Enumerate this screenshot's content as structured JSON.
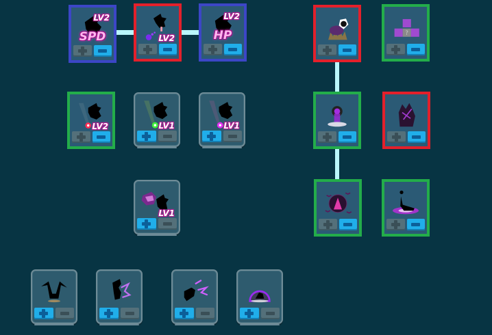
{
  "colors": {
    "background": "#073443",
    "connector": "#b9f6fb",
    "frame_blue": "#3c46c6",
    "frame_red": "#e3202b",
    "frame_green": "#23ad4a",
    "button_active": "#20aeea",
    "button_inactive": "#54707a",
    "level_text": "#ffffff",
    "level_outline": "#b2168e"
  },
  "skill_tree": {
    "nodes": [
      {
        "id": "spd-boost",
        "icon": "witch-silhouette-icon",
        "level": "LV2",
        "tag": "SPD",
        "frame": "blue",
        "plus_active": false,
        "minus_active": true
      },
      {
        "id": "witch-bolt",
        "icon": "witch-purple-bolt-icon",
        "level": "LV2",
        "tag": "",
        "frame": "red",
        "plus_active": false,
        "minus_active": true
      },
      {
        "id": "hp-boost",
        "icon": "witch-silhouette-icon",
        "level": "LV2",
        "tag": "HP",
        "frame": "blue",
        "plus_active": false,
        "minus_active": true
      },
      {
        "id": "red-orb-wand",
        "icon": "witch-red-orb-icon",
        "level": "LV2",
        "tag": "",
        "frame": "green",
        "plus_active": false,
        "minus_active": true
      },
      {
        "id": "green-orb-wand",
        "icon": "witch-green-orb-icon",
        "level": "LV1",
        "tag": "",
        "frame": "none",
        "plus_active": true,
        "minus_active": false
      },
      {
        "id": "magenta-orb-wand",
        "icon": "witch-magenta-orb-icon",
        "level": "LV1",
        "tag": "",
        "frame": "none",
        "plus_active": true,
        "minus_active": false
      },
      {
        "id": "familiar-summon",
        "icon": "witch-familiar-icon",
        "level": "LV1",
        "tag": "",
        "frame": "none",
        "plus_active": true,
        "minus_active": false
      },
      {
        "id": "eye-nest",
        "icon": "eye-nest-icon",
        "level": "",
        "tag": "",
        "frame": "red",
        "plus_active": false,
        "minus_active": true
      },
      {
        "id": "summon-cards",
        "icon": "summon-cards-icon",
        "level": "",
        "tag": "",
        "frame": "green",
        "plus_active": false,
        "minus_active": true
      },
      {
        "id": "dark-altar",
        "icon": "dark-altar-icon",
        "level": "",
        "tag": "",
        "frame": "green",
        "plus_active": false,
        "minus_active": true
      },
      {
        "id": "thorn-wall",
        "icon": "thorn-wall-icon",
        "level": "",
        "tag": "",
        "frame": "red",
        "plus_active": false,
        "minus_active": true
      },
      {
        "id": "bat-swarm",
        "icon": "bat-swarm-icon",
        "level": "",
        "tag": "",
        "frame": "green",
        "plus_active": false,
        "minus_active": true
      },
      {
        "id": "shadow-slide",
        "icon": "shadow-slide-icon",
        "level": "",
        "tag": "",
        "frame": "green",
        "plus_active": false,
        "minus_active": true
      },
      {
        "id": "tentacle-summon",
        "icon": "tentacle-summon-icon",
        "level": "",
        "tag": "",
        "frame": "none",
        "plus_active": true,
        "minus_active": false
      },
      {
        "id": "lightning-strike",
        "icon": "witch-lightning-icon",
        "level": "",
        "tag": "",
        "frame": "none",
        "plus_active": true,
        "minus_active": false
      },
      {
        "id": "lightning-dash",
        "icon": "lightning-dash-icon",
        "level": "",
        "tag": "",
        "frame": "none",
        "plus_active": true,
        "minus_active": false
      },
      {
        "id": "dark-shield",
        "icon": "dark-shield-dome-icon",
        "level": "",
        "tag": "",
        "frame": "none",
        "plus_active": true,
        "minus_active": false
      }
    ]
  }
}
